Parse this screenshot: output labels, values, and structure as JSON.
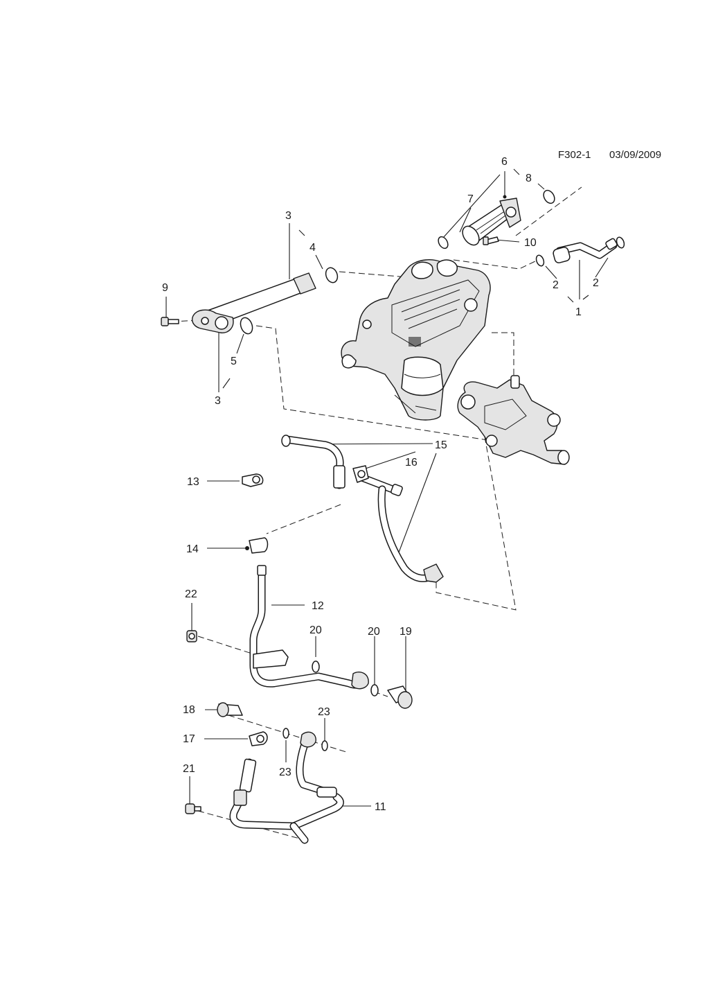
{
  "header": {
    "code": "F302-1",
    "date": "03/09/2009"
  },
  "callouts": [
    {
      "id": "c6",
      "text": "6"
    },
    {
      "id": "c8",
      "text": "8"
    },
    {
      "id": "c7",
      "text": "7"
    },
    {
      "id": "c10",
      "text": "10"
    },
    {
      "id": "c3a",
      "text": "3"
    },
    {
      "id": "c4",
      "text": "4"
    },
    {
      "id": "c9",
      "text": "9"
    },
    {
      "id": "c2a",
      "text": "2"
    },
    {
      "id": "c2b",
      "text": "2"
    },
    {
      "id": "c1",
      "text": "1"
    },
    {
      "id": "c5",
      "text": "5"
    },
    {
      "id": "c3b",
      "text": "3"
    },
    {
      "id": "c15",
      "text": "15"
    },
    {
      "id": "c16",
      "text": "16"
    },
    {
      "id": "c13",
      "text": "13"
    },
    {
      "id": "c14",
      "text": "14"
    },
    {
      "id": "c12",
      "text": "12"
    },
    {
      "id": "c22",
      "text": "22"
    },
    {
      "id": "c20a",
      "text": "20"
    },
    {
      "id": "c20b",
      "text": "20"
    },
    {
      "id": "c19",
      "text": "19"
    },
    {
      "id": "c18",
      "text": "18"
    },
    {
      "id": "c23a",
      "text": "23"
    },
    {
      "id": "c17",
      "text": "17"
    },
    {
      "id": "c23b",
      "text": "23"
    },
    {
      "id": "c21",
      "text": "21"
    },
    {
      "id": "c11",
      "text": "11"
    }
  ]
}
